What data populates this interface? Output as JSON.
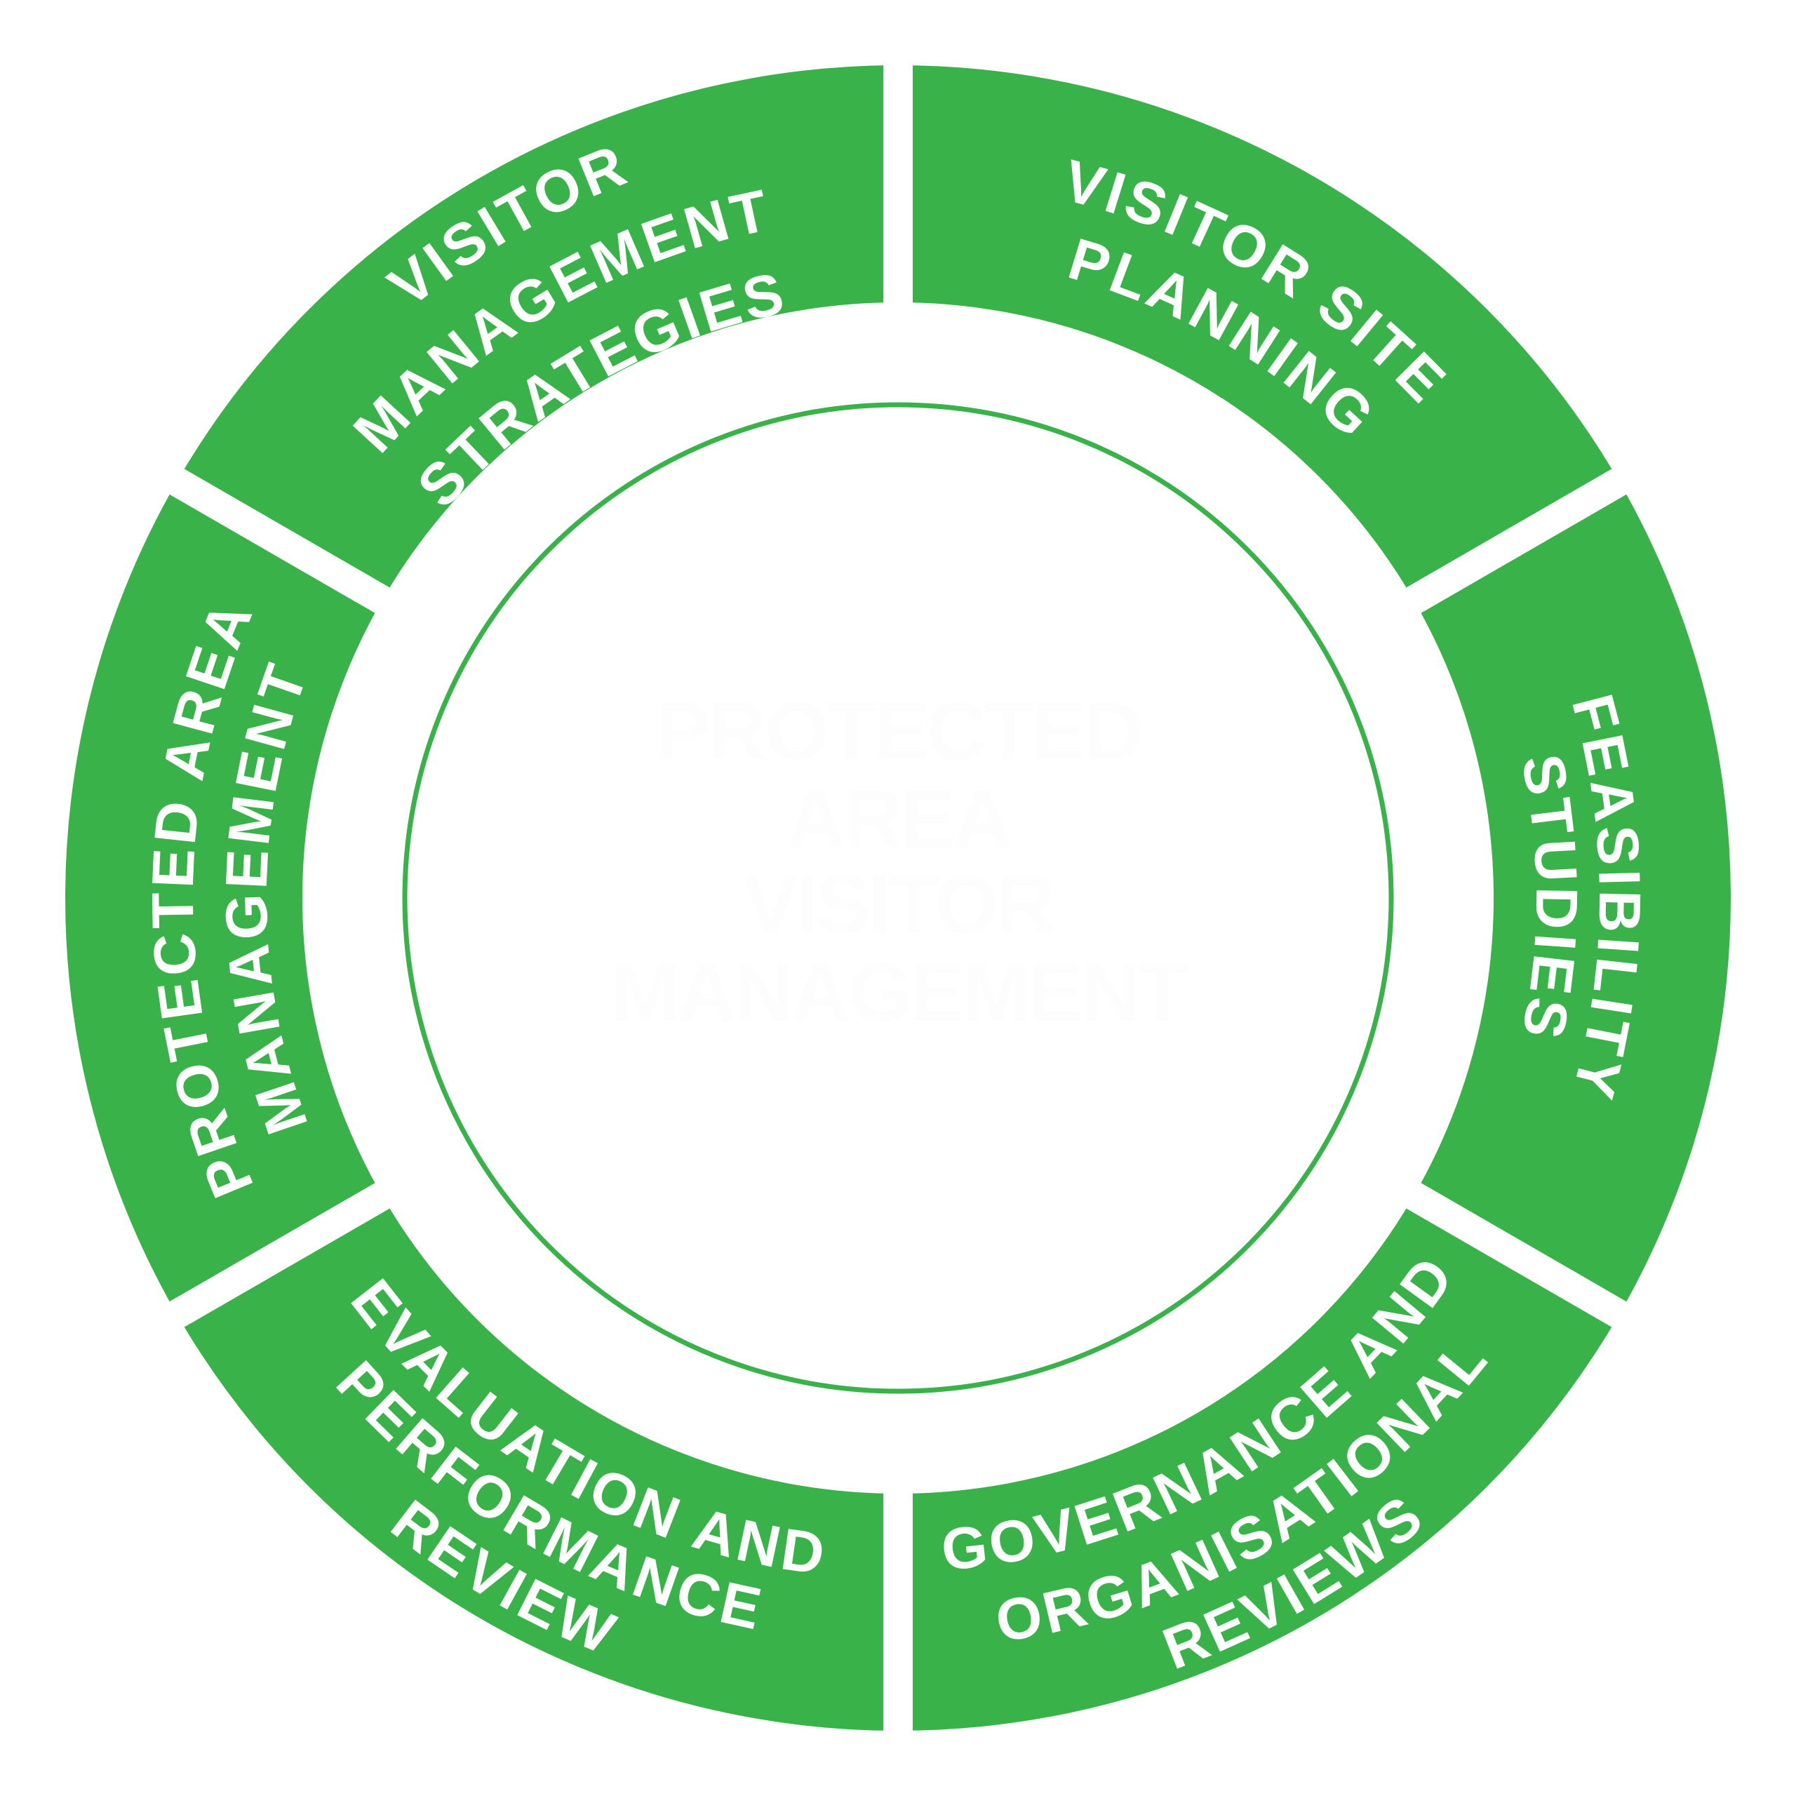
{
  "colors": {
    "ring": "#3ab24a",
    "text": "#ffffff",
    "center_text": "#fdfdfd",
    "background": "#ffffff"
  },
  "center": {
    "lines": [
      "PROTECTED",
      "AREA",
      "VISITOR",
      "MANAGEMENT"
    ]
  },
  "segments": [
    {
      "name": "visitor-management-strategies",
      "lines": [
        "VISITOR",
        "MANAGEMENT",
        "STRATEGIES"
      ]
    },
    {
      "name": "visitor-site-planning",
      "lines": [
        "VISITOR SITE",
        "PLANNING"
      ]
    },
    {
      "name": "feasibility-studies",
      "lines": [
        "FEASIBILITY",
        "STUDIES"
      ]
    },
    {
      "name": "governance-and-organisational-reviews",
      "lines": [
        "GOVERNANCE AND",
        "ORGANISATIONAL",
        "REVIEWS"
      ]
    },
    {
      "name": "evaluation-and-performance-review",
      "lines": [
        "EVALUATION AND",
        "PERFORMANCE",
        "REVIEW"
      ]
    },
    {
      "name": "protected-area-management",
      "lines": [
        "PROTECTED AREA",
        "MANAGEMENT"
      ]
    }
  ]
}
